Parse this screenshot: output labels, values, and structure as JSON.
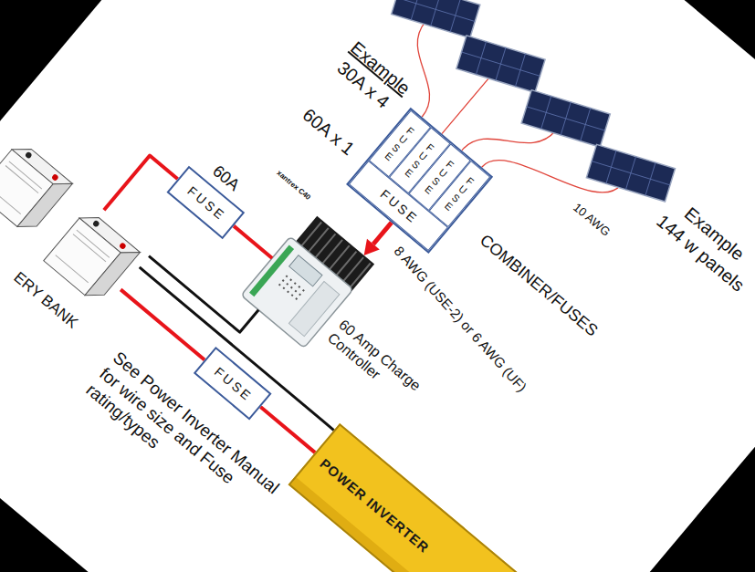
{
  "diagram": {
    "nodes": [
      {
        "text": [
          "COMBINER/FUSES"
        ]
      },
      {
        "text": [
          "FUSE"
        ],
        "in": 0
      },
      {
        "text": [
          "FUSE"
        ],
        "in": 0
      },
      {
        "text": [
          "FUSE"
        ],
        "in": 0
      },
      {
        "text": [
          "FUSE"
        ],
        "in": 0
      },
      {
        "text": [
          "FUSE"
        ],
        "in": 0
      },
      {
        "text": [
          "xantrex C40",
          "60 Amp Charge Controller"
        ]
      },
      {
        "text": [
          "60A",
          "FUSE"
        ]
      },
      {
        "text": [
          "ERY BANK"
        ]
      },
      {
        "text": [
          "FUSE"
        ]
      },
      {
        "text": [
          "POWER INVERTER"
        ]
      }
    ],
    "edges": [
      {
        "from": 5,
        "to": 6,
        "arrow": "to",
        "label": "8 AWG (USE-2) or 6 AWG (UF)"
      },
      {
        "from": 6,
        "to": 7,
        "arrow": "none"
      },
      {
        "from": 7,
        "to": 8,
        "arrow": "none"
      },
      {
        "from": 6,
        "to": 8,
        "arrow": "none"
      },
      {
        "from": 8,
        "to": 9,
        "arrow": "none"
      },
      {
        "from": 9,
        "to": 10,
        "arrow": "none"
      },
      {
        "from": 8,
        "to": 10,
        "arrow": "none"
      }
    ],
    "labels": [
      "Example",
      "144 w panels",
      "10 AWG",
      "Example",
      "30A x 4",
      "60A x 1",
      "See Power Inverter Manual for wire size and Fuse rating/types"
    ]
  }
}
